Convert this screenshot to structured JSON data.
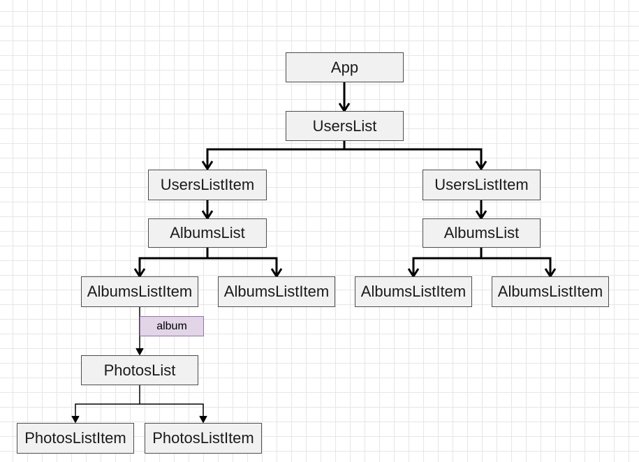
{
  "diagram": {
    "nodes": {
      "app": "App",
      "users_list": "UsersList",
      "users_list_item_left": "UsersListItem",
      "users_list_item_right": "UsersListItem",
      "albums_list_left": "AlbumsList",
      "albums_list_right": "AlbumsList",
      "albums_list_item_1": "AlbumsListItem",
      "albums_list_item_2": "AlbumsListItem",
      "albums_list_item_3": "AlbumsListItem",
      "albums_list_item_4": "AlbumsListItem",
      "photos_list": "PhotosList",
      "photos_list_item_1": "PhotosListItem",
      "photos_list_item_2": "PhotosListItem"
    },
    "prop_label": "album",
    "colors": {
      "node_fill": "#f1f1f1",
      "node_border": "#4d4d4d",
      "prop_fill": "#e1d5e7",
      "prop_border": "#9673a6",
      "edge": "#000000",
      "grid": "#e6e6e6"
    }
  }
}
